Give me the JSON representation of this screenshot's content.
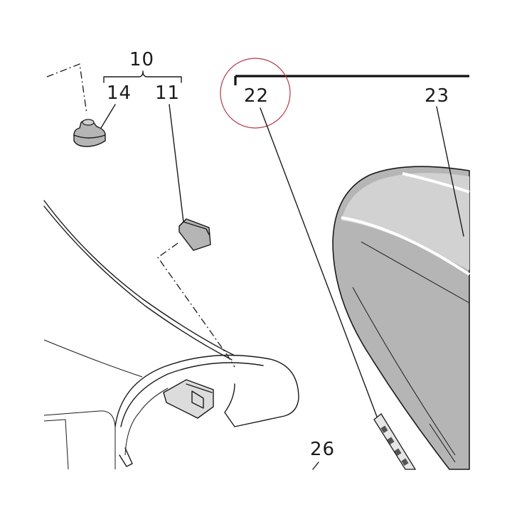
{
  "callouts": {
    "group_10": "10",
    "item_14": "14",
    "item_11": "11",
    "item_22": "22",
    "item_23": "23",
    "item_26": "26"
  },
  "colors": {
    "line": "#1a1a1a",
    "part_fill": "#b5b5b5",
    "highlight_circle": "#b03a48",
    "background": "#ffffff"
  }
}
